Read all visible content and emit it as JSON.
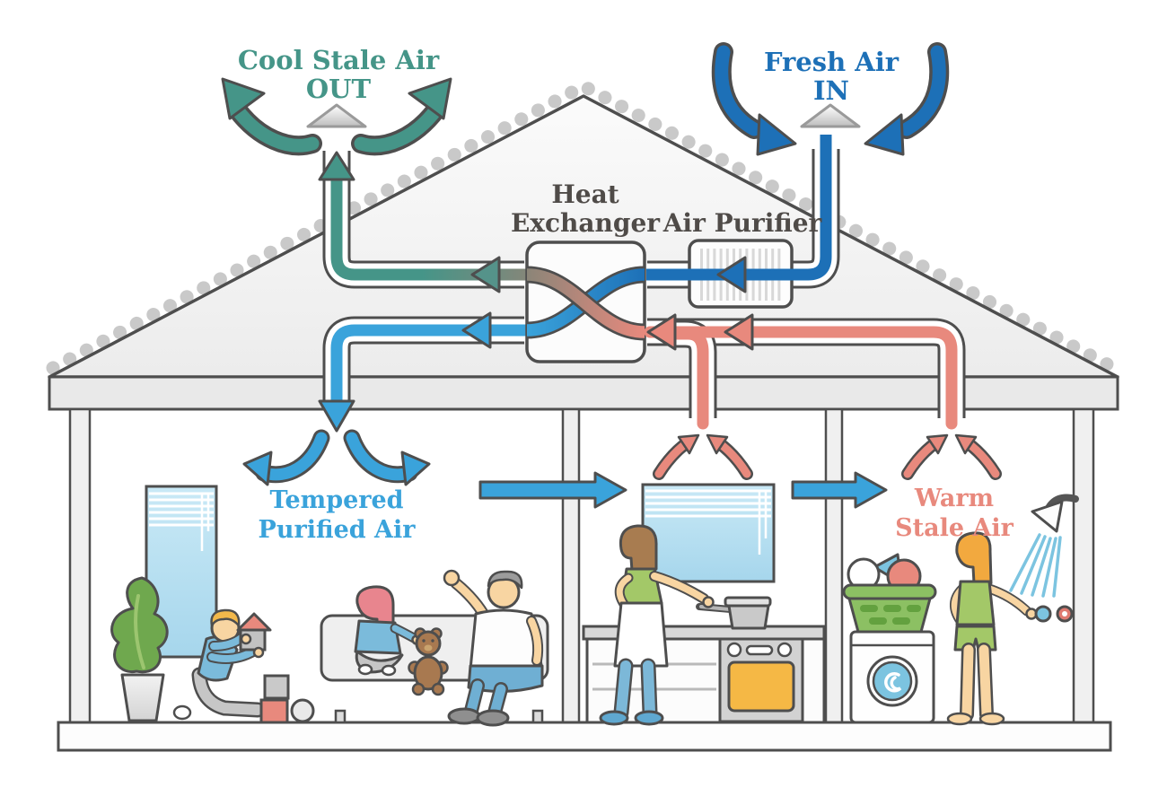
{
  "title": "Heat recovery home ventilation outline diagram",
  "labels": {
    "cool_stale": {
      "line1": "Cool Stale Air",
      "line2": "OUT"
    },
    "fresh": {
      "line1": "Fresh Air",
      "line2": "IN"
    },
    "heat_exchanger": {
      "line1": "Heat",
      "line2": "Exchanger"
    },
    "air_purifier": {
      "line1": "Air Purifier"
    },
    "tempered": {
      "line1": "Tempered",
      "line2": "Purified Air"
    },
    "warm_stale": {
      "line1": "Warm",
      "line2": "Stale Air"
    }
  },
  "colors": {
    "teal_exhaust": "#459588",
    "fresh_blue": "#1D70B7",
    "supply_blue": "#3AA3DB",
    "warm_salmon": "#E8897D",
    "outline_dark": "#4E4E4E",
    "label_gray": "#4F4B48",
    "roof_gray": "#EFEFEF",
    "tile_gray": "#C9C9C9",
    "duct_brown_mix": "#8B8578"
  },
  "icons": [
    "roof-vent-icon",
    "heat-exchanger-icon",
    "air-purifier-icon",
    "shower-head-icon",
    "washing-machine-icon",
    "laundry-basket-icon",
    "oven-icon",
    "window-icon",
    "plant-icon",
    "sofa-icon",
    "teddy-bear-icon"
  ]
}
